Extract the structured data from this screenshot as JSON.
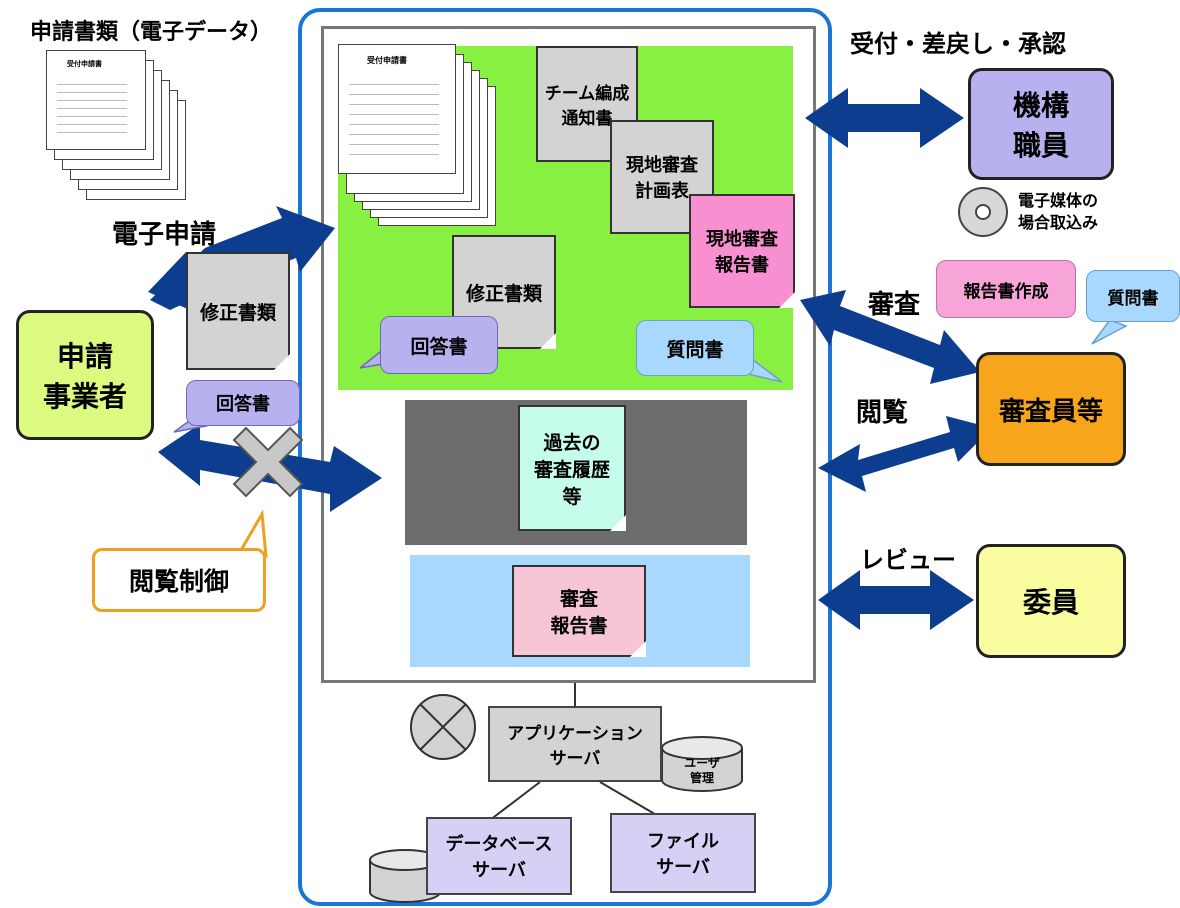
{
  "header_applicant_docs": "申請書類（電子データ）",
  "doc_title_small": "受付申請書",
  "label_e_application": "電子申請",
  "label_reception": "受付・差戻し・承認",
  "label_review": "審査",
  "label_browse": "閲覧",
  "label_review_katakana": "レビュー",
  "left_correction_doc": "修正書類",
  "left_answer_bubble": "回答書",
  "access_control_bubble": "閲覧制御",
  "applicant": "申請\n事業者",
  "green_area": {
    "team_notice": "チーム編成\n通知書",
    "site_plan": "現地審査\n計画表",
    "site_report": "現地審査\n報告書",
    "correction": "修正書類",
    "answer": "回答書",
    "question": "質問書"
  },
  "gray_area": {
    "history": "過去の\n審査履歴\n等"
  },
  "blue_area": {
    "report": "審査\n報告書"
  },
  "staff": "機構\n職員",
  "media_note": "電子媒体の\n場合取込み",
  "reviewer": "審査員等",
  "report_create_bubble": "報告書作成",
  "question_bubble": "質問書",
  "committee": "委員",
  "app_server": "アプリケーション\nサーバ",
  "user_mgmt": "ユーザ\n管理",
  "db_server": "データベース\nサーバ",
  "file_server": "ファイル\nサーバ",
  "colors": {
    "frame_blue": "#1976d2",
    "green": "#88f040",
    "dark_gray": "#6d6d6d",
    "light_blue": "#a9d8ff",
    "arrow_blue": "#0d3d8f",
    "lavender": "#b7b1f0",
    "pink": "#f78fd0",
    "orange": "#f7a51a",
    "yellow": "#fafca0",
    "mint": "#c6fcec"
  }
}
